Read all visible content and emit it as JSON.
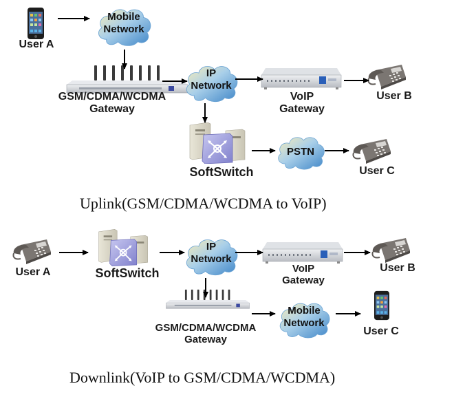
{
  "uplink": {
    "caption": "Uplink(GSM/CDMA/WCDMA to VoIP)",
    "nodes": {
      "user_a": {
        "label": "User A",
        "icon": "mobile-phone-icon"
      },
      "mobile_network": {
        "label_line1": "Mobile",
        "label_line2": "Network",
        "icon": "cloud-icon"
      },
      "gsm_gateway": {
        "label_line1": "GSM/CDMA/WCDMA",
        "label_line2": "Gateway",
        "icon": "gsm-gateway-icon"
      },
      "ip_network": {
        "label_line1": "IP",
        "label_line2": "Network",
        "icon": "cloud-icon"
      },
      "voip_gateway": {
        "label_line1": "VoIP",
        "label_line2": "Gateway",
        "icon": "voip-gateway-icon"
      },
      "user_b": {
        "label": "User B",
        "icon": "desk-phone-icon"
      },
      "softswitch": {
        "label": "SoftSwitch",
        "icon": "softswitch-server-icon"
      },
      "pstn": {
        "label": "PSTN",
        "icon": "cloud-icon"
      },
      "user_c": {
        "label": "User C",
        "icon": "desk-phone-icon"
      }
    },
    "edges": [
      [
        "User A",
        "Mobile Network"
      ],
      [
        "Mobile Network",
        "GSM/CDMA/WCDMA Gateway"
      ],
      [
        "GSM/CDMA/WCDMA Gateway",
        "IP Network"
      ],
      [
        "IP Network",
        "VoIP Gateway"
      ],
      [
        "VoIP Gateway",
        "User B"
      ],
      [
        "IP Network",
        "SoftSwitch"
      ],
      [
        "SoftSwitch",
        "PSTN"
      ],
      [
        "PSTN",
        "User C"
      ]
    ]
  },
  "downlink": {
    "caption": "Downlink(VoIP to GSM/CDMA/WCDMA)",
    "nodes": {
      "user_a": {
        "label": "User A",
        "icon": "desk-phone-icon"
      },
      "softswitch": {
        "label": "SoftSwitch",
        "icon": "softswitch-server-icon"
      },
      "ip_network": {
        "label_line1": "IP",
        "label_line2": "Network",
        "icon": "cloud-icon"
      },
      "voip_gateway": {
        "label_line1": "VoIP",
        "label_line2": "Gateway",
        "icon": "voip-gateway-icon"
      },
      "user_b": {
        "label": "User B",
        "icon": "desk-phone-icon"
      },
      "gsm_gateway": {
        "label_line1": "GSM/CDMA/WCDMA",
        "label_line2": "Gateway",
        "icon": "gsm-gateway-icon"
      },
      "mobile_network": {
        "label_line1": "Mobile",
        "label_line2": "Network",
        "icon": "cloud-icon"
      },
      "user_c": {
        "label": "User C",
        "icon": "mobile-phone-icon"
      }
    },
    "edges": [
      [
        "User A",
        "SoftSwitch"
      ],
      [
        "SoftSwitch",
        "IP Network"
      ],
      [
        "IP Network",
        "VoIP Gateway"
      ],
      [
        "VoIP Gateway",
        "User B"
      ],
      [
        "IP Network",
        "GSM/CDMA/WCDMA Gateway"
      ],
      [
        "GSM/CDMA/WCDMA Gateway",
        "Mobile Network"
      ],
      [
        "Mobile Network",
        "User C"
      ]
    ]
  },
  "colors": {
    "cloud_blue": "#5b9bd5",
    "cloud_yellow": "#f4e6a8",
    "arrow": "#000000",
    "device_gray": "#d6d8dc",
    "phone_body": "#6e6a66",
    "softswitch_purple": "#8f8fd6"
  }
}
